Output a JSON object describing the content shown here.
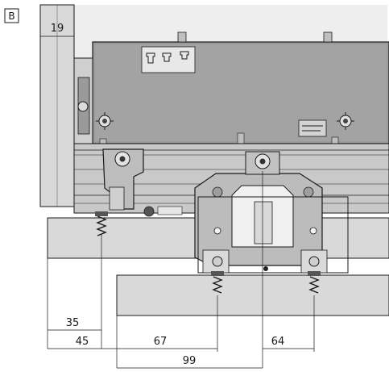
{
  "figure": {
    "panel_label": "B"
  },
  "dimensions": {
    "d19": "19",
    "d35": "35",
    "d45": "45",
    "d67": "67",
    "d64": "64",
    "d99": "99"
  },
  "colors": {
    "background_fill": "#ececec",
    "part_fill": "#d6d6d6",
    "dark_fill": "#9a9a9a",
    "mid_fill": "#bfbfbf",
    "light_fill": "#f0f0f0",
    "stroke": "#1a1a1a"
  }
}
